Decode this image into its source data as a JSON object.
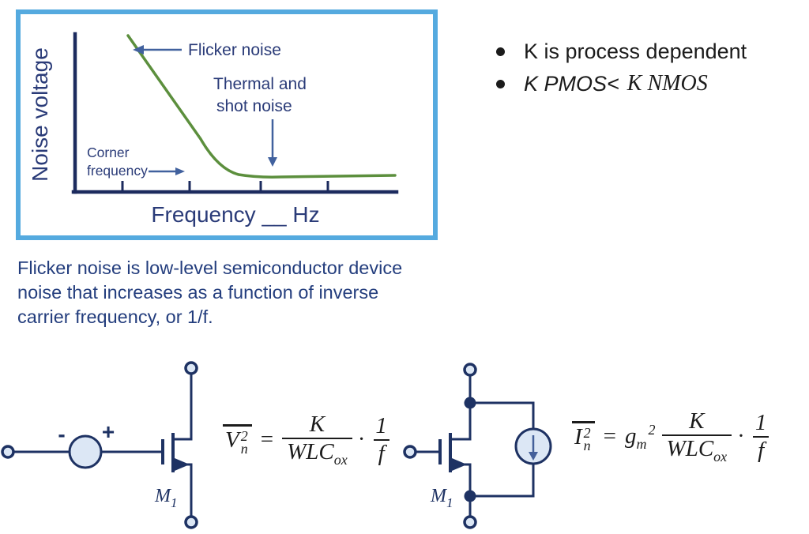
{
  "chart": {
    "ylabel": "Noise voltage",
    "xlabel": "Frequency __ Hz",
    "flicker_label": "Flicker noise",
    "thermal_label_line1": "Thermal and",
    "thermal_label_line2": "shot noise",
    "corner_label_line1": "Corner",
    "corner_label_line2": "frequency",
    "border_color": "#55aadf",
    "curve_color": "#5c8f3d",
    "axis_color": "#1c2b5e",
    "label_color": "#2a3b78",
    "arrow_color": "#41619e"
  },
  "chart_data": {
    "type": "line",
    "title": "",
    "xlabel": "Frequency __ Hz",
    "ylabel": "Noise voltage",
    "grid": false,
    "legend": false,
    "x_tick_labels": [],
    "num_x_ticks": 4,
    "series": [
      {
        "name": "Noise voltage vs frequency",
        "color": "#5c8f3d",
        "x_norm": [
          0.16,
          0.22,
          0.28,
          0.34,
          0.4,
          0.46,
          0.5,
          0.55,
          0.62,
          0.75,
          0.9,
          1.0
        ],
        "y_norm": [
          1.0,
          0.82,
          0.63,
          0.45,
          0.28,
          0.13,
          0.07,
          0.05,
          0.05,
          0.05,
          0.05,
          0.05
        ]
      }
    ],
    "annotations": [
      "Flicker noise",
      "Thermal and shot noise",
      "Corner frequency"
    ]
  },
  "bullets": {
    "item1": "K is process dependent",
    "item2_part1": "K PMOS<",
    "item2_part2": "K NMOS"
  },
  "caption": "Flicker noise is low-level semiconductor device\nnoise that increases as a function of inverse\ncarrier frequency, or 1/f.",
  "circuit_left": {
    "minus": "-",
    "plus": "+",
    "mosfet_label": "M",
    "mosfet_label_sub": "1"
  },
  "circuit_right": {
    "mosfet_label": "M",
    "mosfet_label_sub": "1"
  },
  "formula_v": {
    "lhs_base": "V",
    "lhs_sup": "2",
    "lhs_sub": "n",
    "equals": "=",
    "num1": "K",
    "den1": "WLC",
    "den1_sub": "ox",
    "dot": "·",
    "num2": "1",
    "den2": "f"
  },
  "formula_i": {
    "lhs_base": "I",
    "lhs_sup": "2",
    "lhs_sub": "n",
    "equals": "=",
    "gm_base": "g",
    "gm_sub": "m",
    "gm_sup": "2",
    "num1": "K",
    "den1": "WLC",
    "den1_sub": "ox",
    "dot": "·",
    "num2": "1",
    "den2": "f"
  },
  "colors": {
    "circuit_navy": "#1e3263",
    "component_fill": "#dce7f5",
    "formula_black": "#1c1c1c",
    "caption_blue": "#233d7d"
  }
}
